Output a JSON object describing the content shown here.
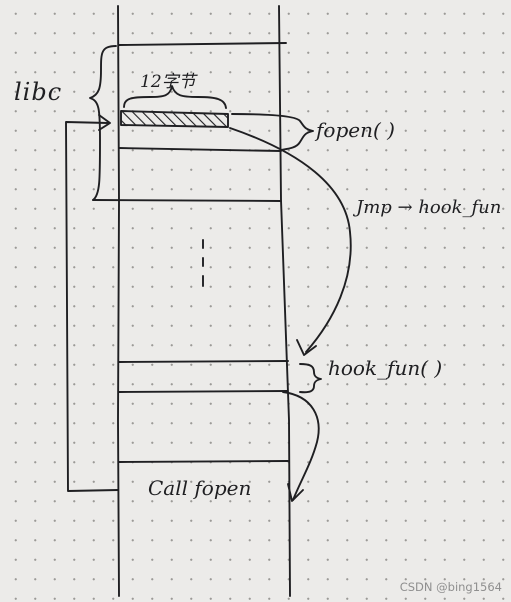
{
  "labels": {
    "libc": "libc",
    "bytes": "12字节",
    "fopen": "fopen( )",
    "jmp": "Jmp → hook_fun",
    "hook_fun": "hook_fun( )",
    "call_fopen": "Call fopen"
  },
  "watermark": "CSDN @bing1564",
  "colors": {
    "ink": "#1f1f22",
    "paper": "#ecebe9",
    "dot": "#9b9a97",
    "watermark": "#8f8f8f"
  }
}
